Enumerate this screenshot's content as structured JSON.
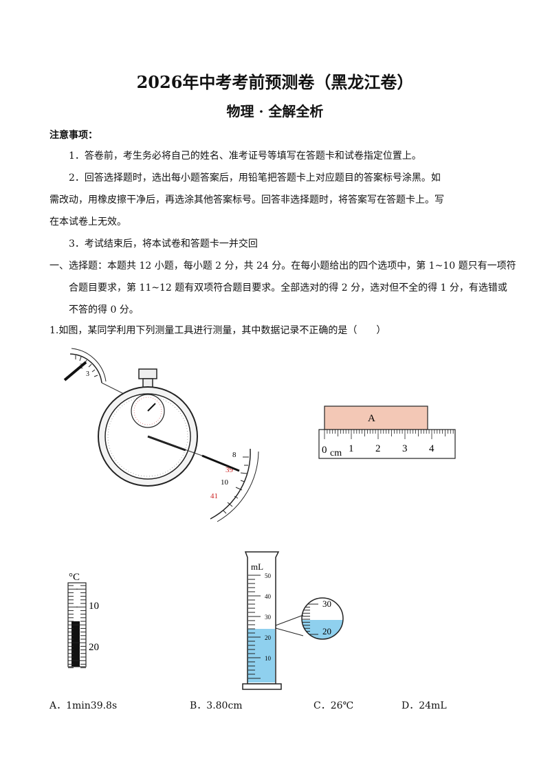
{
  "header": {
    "title": "2026年中考考前预测卷（黑龙江卷）",
    "subtitle": "物理 · 全解全析"
  },
  "notice": {
    "heading": "注意事项：",
    "item1": "1．答卷前，考生务必将自己的姓名、准考证号等填写在答题卡和试卷指定位置上。",
    "item2_line1": "2．回答选择题时，选出每小题答案后，用铅笔把答题卡上对应题目的答案标号涂黑。如",
    "item2_line2": "需改动，用橡皮擦干净后，再选涂其他答案标号。回答非选择题时，将答案写在答题卡上。写",
    "item2_line3": "在本试卷上无效。",
    "item3": "3．考试结束后，将本试卷和答题卡一并交回"
  },
  "section1": {
    "line1": "一、选择题：本题共 12 小题，每小题 2 分，共 24 分。在每小题给出的四个选项中，第 1~10 题只有一项符",
    "line2": "合题目要求，第 11~12 题有双项符合题目要求。全部选对的得 2 分，选对但不全的得 1 分，有选错或",
    "line3": "不答的得 0 分。"
  },
  "question1": {
    "stem": "1.如图，某同学利用下列测量工具进行测量，其中数据记录不正确的是（　　）",
    "options": {
      "a": "A．1min39.8s",
      "b": "B．3.80cm",
      "c": "C．26℃",
      "d": "D．24mL"
    }
  },
  "figures": {
    "stopwatch": {
      "small_dial_labels": [
        "2",
        "3"
      ],
      "large_dial_labels": [
        "8",
        "39",
        "10",
        "41"
      ]
    },
    "ruler": {
      "block_label": "A",
      "unit": "cm",
      "ticks": [
        "0",
        "1",
        "2",
        "3",
        "4"
      ]
    },
    "thermometer": {
      "unit": "°C",
      "labels": [
        "10",
        "20"
      ]
    },
    "cylinder": {
      "unit": "mL",
      "labels": [
        "50",
        "40",
        "30",
        "20",
        "10"
      ],
      "zoom_labels": [
        "30",
        "20"
      ],
      "liquid_color": "#8fd0ee"
    }
  }
}
